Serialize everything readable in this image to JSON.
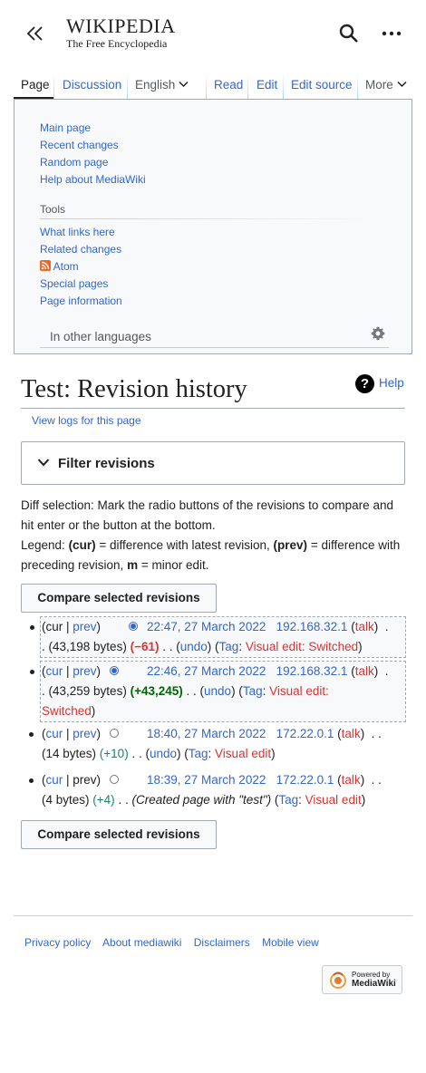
{
  "header": {
    "wordmark_title": "WIKIPEDIA",
    "wordmark_tagline": "The Free Encyclopedia"
  },
  "tabs": {
    "page": "Page",
    "discussion": "Discussion",
    "language": "English",
    "read": "Read",
    "edit": "Edit",
    "edit_source": "Edit source",
    "more": "More"
  },
  "menu": {
    "nav": [
      "Main page",
      "Recent changes",
      "Random page",
      "Help about MediaWiki"
    ],
    "tools_heading": "Tools",
    "tools": [
      "What links here",
      "Related changes",
      "Atom",
      "Special pages",
      "Page information"
    ],
    "other_languages": "In other languages"
  },
  "page": {
    "title": "Test: Revision history",
    "help": "Help",
    "view_logs": "View logs for this page",
    "filter_label": "Filter revisions",
    "diff_selection": "Diff selection: Mark the radio buttons of the revisions to compare and hit enter or the button at the bottom.",
    "legend_prefix": "Legend: ",
    "legend_cur": "(cur)",
    "legend_cur_desc": " = difference with latest revision, ",
    "legend_prev": "(prev)",
    "legend_prev_desc": " = difference with preceding revision, ",
    "legend_m": "m",
    "legend_m_desc": " = minor edit.",
    "compare_button": "Compare selected revisions"
  },
  "revisions": [
    {
      "cur": "cur",
      "prev": "prev",
      "datetime": "22:47, 27 March 2022",
      "user": "192.168.32.1",
      "talk": "talk",
      "bytes": "(43,198 bytes)",
      "diff": "(−61)",
      "undo": "undo",
      "tag_label": "Tag",
      "tag": "Visual edit: Switched"
    },
    {
      "cur": "cur",
      "prev": "prev",
      "datetime": "22:46, 27 March 2022",
      "user": "192.168.32.1",
      "talk": "talk",
      "bytes": "(43,259 bytes)",
      "diff": "(+43,245)",
      "undo": "undo",
      "tag_label": "Tag",
      "tag": "Visual edit: Switched"
    },
    {
      "cur": "cur",
      "prev": "prev",
      "datetime": "18:40, 27 March 2022",
      "user": "172.22.0.1",
      "talk": "talk",
      "bytes": "(14 bytes)",
      "diff": "(+10)",
      "undo": "undo",
      "tag_label": "Tag",
      "tag": "Visual edit"
    },
    {
      "cur": "cur",
      "prev": "prev",
      "datetime": "18:39, 27 March 2022",
      "user": "172.22.0.1",
      "talk": "talk",
      "bytes": "(4 bytes)",
      "diff": "(+4)",
      "summary": "(Created page with \"test\")",
      "tag_label": "Tag",
      "tag": "Visual edit"
    }
  ],
  "footer": {
    "links": [
      "Privacy policy",
      "About mediawiki",
      "Disclaimers",
      "Mobile view"
    ],
    "powered_1": "Powered by",
    "powered_2": "MediaWiki"
  },
  "colors": {
    "link": "#3366cc",
    "redlink": "#d73333",
    "negative": "#d33",
    "positive": "#006400"
  }
}
